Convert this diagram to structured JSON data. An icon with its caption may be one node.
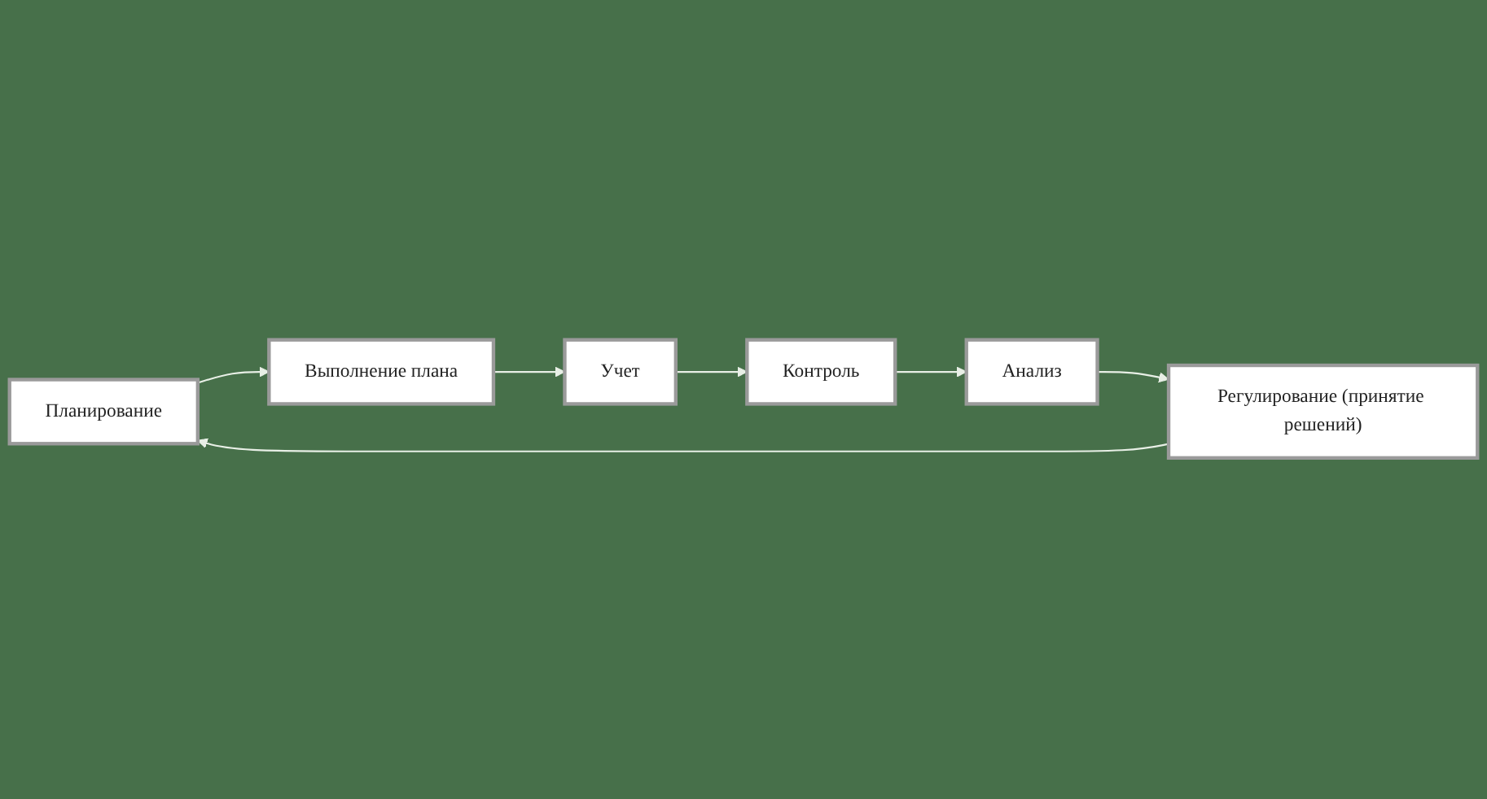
{
  "diagram": {
    "nodes": [
      {
        "text": [
          "Планирование"
        ]
      },
      {
        "text": [
          "Выполнение плана"
        ]
      },
      {
        "text": [
          "Учет"
        ]
      },
      {
        "text": [
          "Контроль"
        ]
      },
      {
        "text": [
          "Анализ"
        ]
      },
      {
        "text": [
          "Регулирование (принятие решений)"
        ]
      }
    ],
    "edges": [
      {
        "from": 0,
        "to": 1,
        "arrow": "to"
      },
      {
        "from": 1,
        "to": 2,
        "arrow": "to"
      },
      {
        "from": 2,
        "to": 3,
        "arrow": "to"
      },
      {
        "from": 3,
        "to": 4,
        "arrow": "to"
      },
      {
        "from": 4,
        "to": 5,
        "arrow": "to"
      },
      {
        "from": 5,
        "to": 0,
        "arrow": "to"
      }
    ]
  }
}
